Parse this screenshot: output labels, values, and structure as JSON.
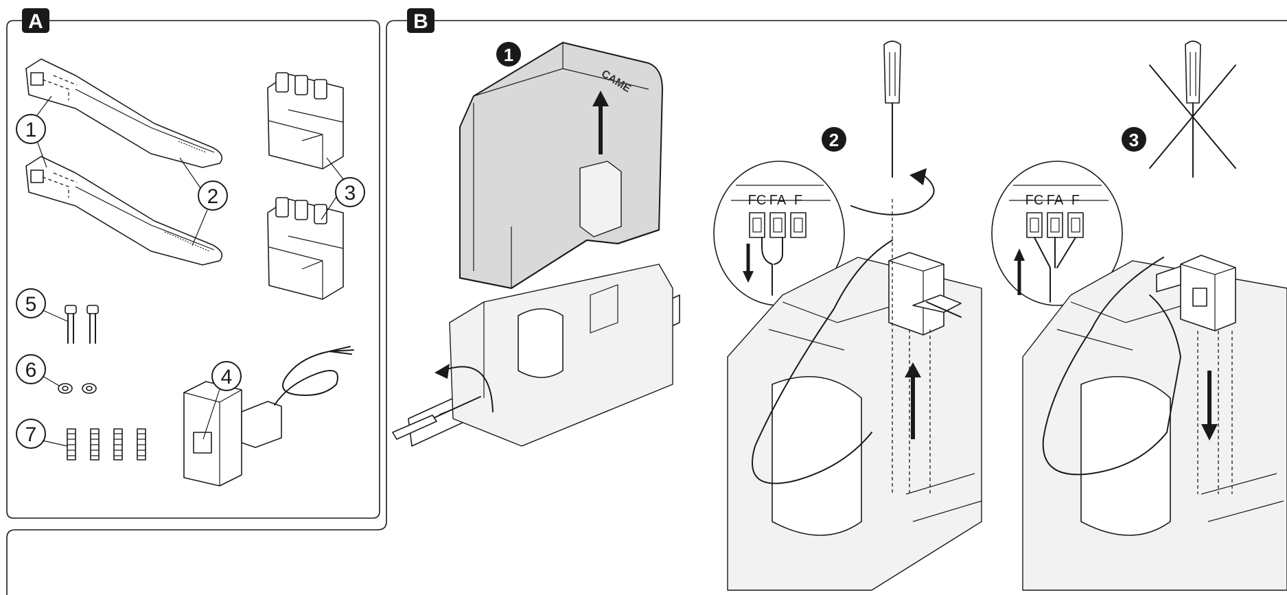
{
  "panels": {
    "a": {
      "label": "A"
    },
    "b": {
      "label": "B"
    }
  },
  "parts": {
    "callouts": [
      "1",
      "2",
      "3",
      "4",
      "5",
      "6",
      "7"
    ]
  },
  "steps": [
    "1",
    "2",
    "3"
  ],
  "terminals": {
    "step2": [
      "FC",
      "FA",
      "F"
    ],
    "step3": [
      "FC",
      "FA",
      "F"
    ]
  },
  "brand": "CAME",
  "icons": {
    "screwdriver": "screwdriver-icon",
    "rotate": "rotate-arrow-icon",
    "lift": "up-arrow-icon",
    "insert": "down-arrow-icon",
    "forbidden": "cross-icon"
  },
  "colors": {
    "line": "#1a1a1a",
    "cover": "#d9d9d9",
    "badge": "#1a1a1a",
    "background": "#ffffff"
  }
}
